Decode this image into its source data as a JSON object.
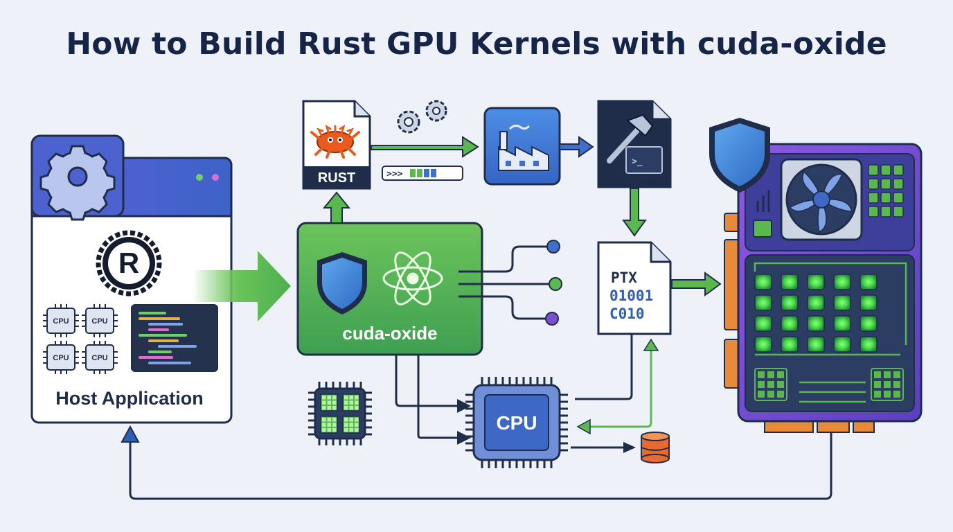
{
  "title": "How to Build Rust GPU Kernels with cuda-oxide",
  "host": {
    "label": "Host Application",
    "cpu_chip_label": "CPU"
  },
  "rust_file": {
    "label": "RUST"
  },
  "compiler": {
    "label": "cuda-oxide"
  },
  "ptx_file": {
    "title": "PTX",
    "lines": [
      "01001",
      "C010"
    ]
  },
  "cpu": {
    "label": "CPU"
  },
  "colors": {
    "background": "#eef2f8",
    "title": "#162447",
    "accent_green": "#4caf50",
    "accent_blue": "#3f6fc9",
    "gpu_purple": "#7b4fd1",
    "outline_dark": "#1f2d4a",
    "rust_orange": "#e85a1e"
  },
  "icons": [
    "gear-icon",
    "rust-logo-icon",
    "cpu-chip-icon",
    "code-editor-icon",
    "ferris-crab-icon",
    "gears-icon",
    "progress-bar-icon",
    "factory-icon",
    "hammer-icon",
    "terminal-icon",
    "shield-icon",
    "atom-icon",
    "microchip-icon",
    "database-icon",
    "gpu-card-icon",
    "fan-icon"
  ]
}
